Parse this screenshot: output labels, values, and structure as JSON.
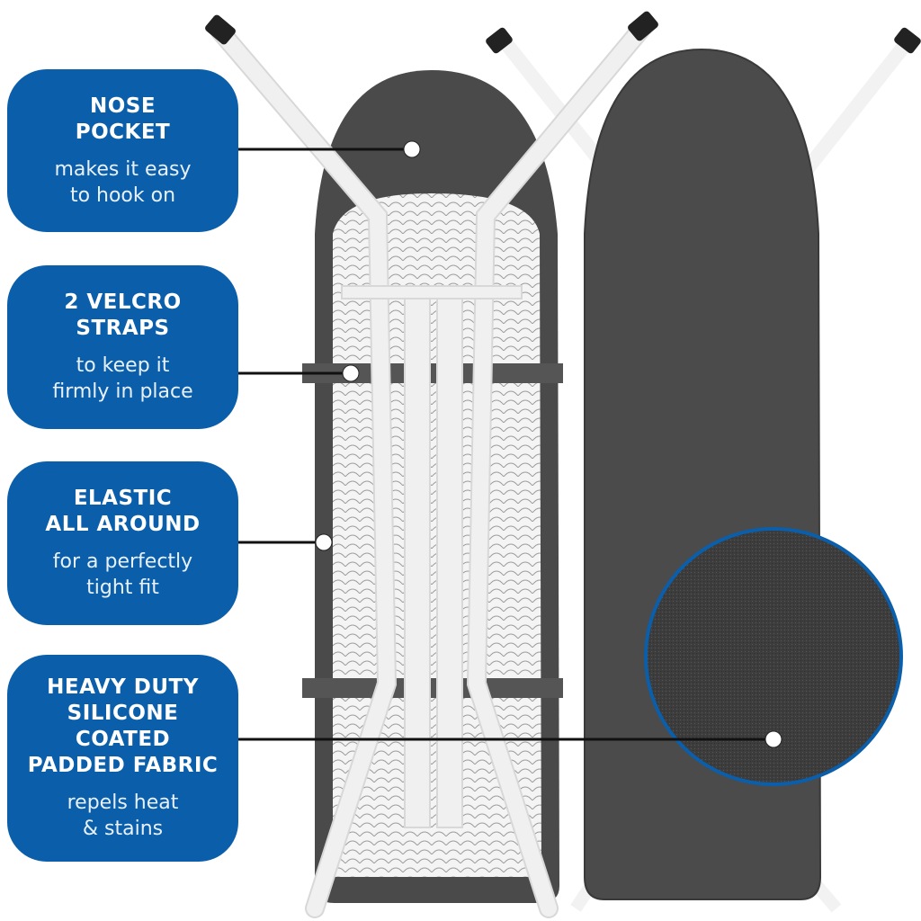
{
  "callouts": [
    {
      "title": "NOSE\nPOCKET",
      "subtitle": "makes it easy\nto hook on"
    },
    {
      "title": "2 VELCRO\nSTRAPS",
      "subtitle": "to keep it\nfirmly in place"
    },
    {
      "title": "ELASTIC\nALL AROUND",
      "subtitle": "for a perfectly\ntight fit"
    },
    {
      "title": "HEAVY DUTY\nSILICONE COATED\nPADDED FABRIC",
      "subtitle": "repels heat\n& stains"
    }
  ],
  "colors": {
    "callout": "#0b5ea9",
    "cover": "#4a4a4a",
    "legs": "#f2f2f2"
  }
}
